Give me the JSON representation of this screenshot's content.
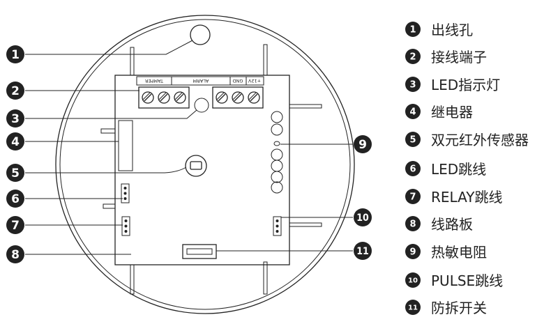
{
  "board": {
    "terminal_labels": {
      "tamper": "TAMPER",
      "alarm": "ALARM",
      "gnd": "GND",
      "v12": "+12V"
    }
  },
  "legend": {
    "items": [
      {
        "num": "1",
        "label": "出线孔"
      },
      {
        "num": "2",
        "label": "接线端子"
      },
      {
        "num": "3",
        "label": "LED指示灯"
      },
      {
        "num": "4",
        "label": "继电器"
      },
      {
        "num": "5",
        "label": "双元红外传感器"
      },
      {
        "num": "6",
        "label": "LED跳线"
      },
      {
        "num": "7",
        "label": "RELAY跳线"
      },
      {
        "num": "8",
        "label": "线路板"
      },
      {
        "num": "9",
        "label": "热敏电阻"
      },
      {
        "num": "10",
        "label": "PULSE跳线"
      },
      {
        "num": "11",
        "label": "防拆开关"
      }
    ]
  },
  "colors": {
    "ink": "#222222",
    "relay_fill": "#9a9a9a"
  }
}
